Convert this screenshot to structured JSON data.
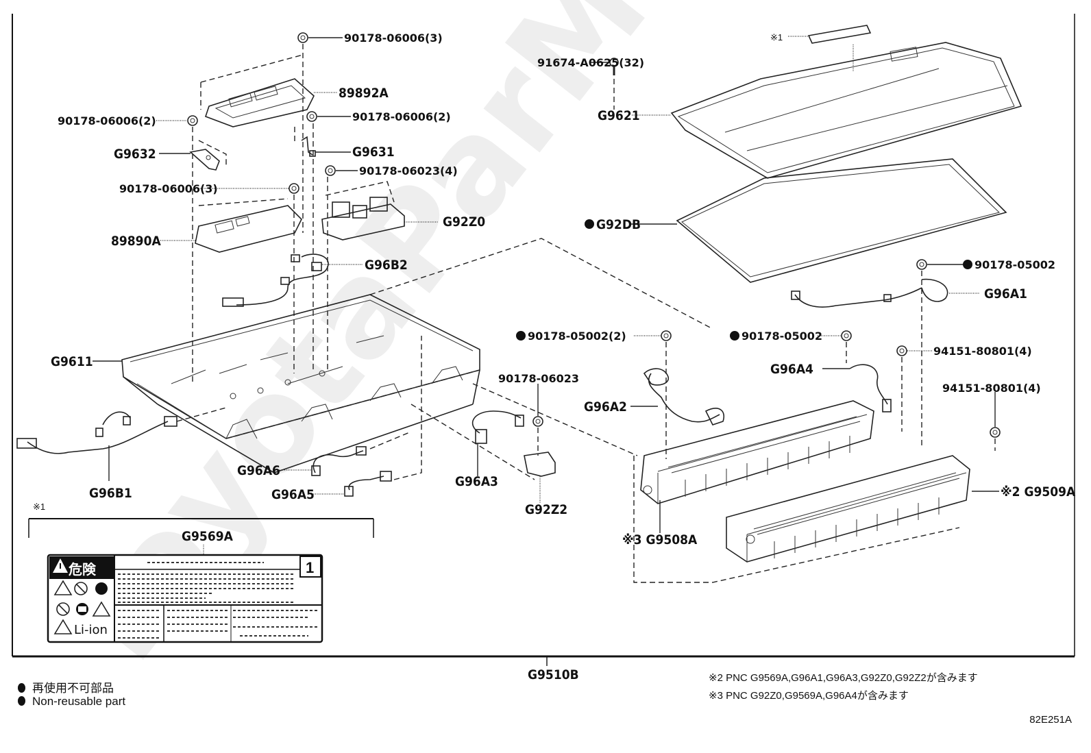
{
  "diagram": {
    "title_code": "G9510B",
    "image_code": "82E251A",
    "watermark": "ToyotaParMine.ru",
    "callouts": [
      {
        "id": "c1",
        "text": "90178-06006(3)"
      },
      {
        "id": "c2",
        "text": "89892A"
      },
      {
        "id": "c3",
        "text": "90178-06006(2)"
      },
      {
        "id": "c4",
        "text": "90178-06006(2)"
      },
      {
        "id": "c5",
        "text": "G9632"
      },
      {
        "id": "c6",
        "text": "G9631"
      },
      {
        "id": "c7",
        "text": "90178-06023(4)"
      },
      {
        "id": "c8",
        "text": "90178-06006(3)"
      },
      {
        "id": "c9",
        "text": "G92Z0"
      },
      {
        "id": "c10",
        "text": "89890A"
      },
      {
        "id": "c11",
        "text": "G96B2"
      },
      {
        "id": "c12",
        "text": "G9611"
      },
      {
        "id": "c13",
        "text": "G96B1"
      },
      {
        "id": "c14",
        "text": "G96A6"
      },
      {
        "id": "c15",
        "text": "G96A5"
      },
      {
        "id": "c16",
        "text": "G96A3"
      },
      {
        "id": "c17",
        "text": "90178-06023"
      },
      {
        "id": "c18",
        "text": "G92Z2"
      },
      {
        "id": "c19",
        "text": "※1"
      },
      {
        "id": "c20",
        "text": "91674-A0625(32)"
      },
      {
        "id": "c21",
        "text": "G9621"
      },
      {
        "id": "c22",
        "text": "G92DB",
        "non_reusable": true
      },
      {
        "id": "c23",
        "text": "90178-05002",
        "non_reusable": true
      },
      {
        "id": "c24",
        "text": "G96A1"
      },
      {
        "id": "c25",
        "text": "90178-05002(2)",
        "non_reusable": true
      },
      {
        "id": "c26",
        "text": "90178-05002",
        "non_reusable": true
      },
      {
        "id": "c27",
        "text": "G96A4"
      },
      {
        "id": "c28",
        "text": "94151-80801(4)"
      },
      {
        "id": "c29",
        "text": "G96A2"
      },
      {
        "id": "c30",
        "text": "94151-80801(4)"
      },
      {
        "id": "c31",
        "text": "※3 G9508A"
      },
      {
        "id": "c32",
        "text": "※2 G9509A"
      }
    ],
    "label_block": {
      "note_mark": "※1",
      "part": "G9569A",
      "warning_title": "危険",
      "number": "1",
      "battery_type": "Li-ion"
    }
  },
  "legend": {
    "jp": "再使用不可部品",
    "en": "Non-reusable part"
  },
  "footnotes": [
    "※2 PNC G9569A,G96A1,G96A3,G92Z0,G92Z2が含みます",
    "※3 PNC G92Z0,G9569A,G96A4が含みます"
  ]
}
